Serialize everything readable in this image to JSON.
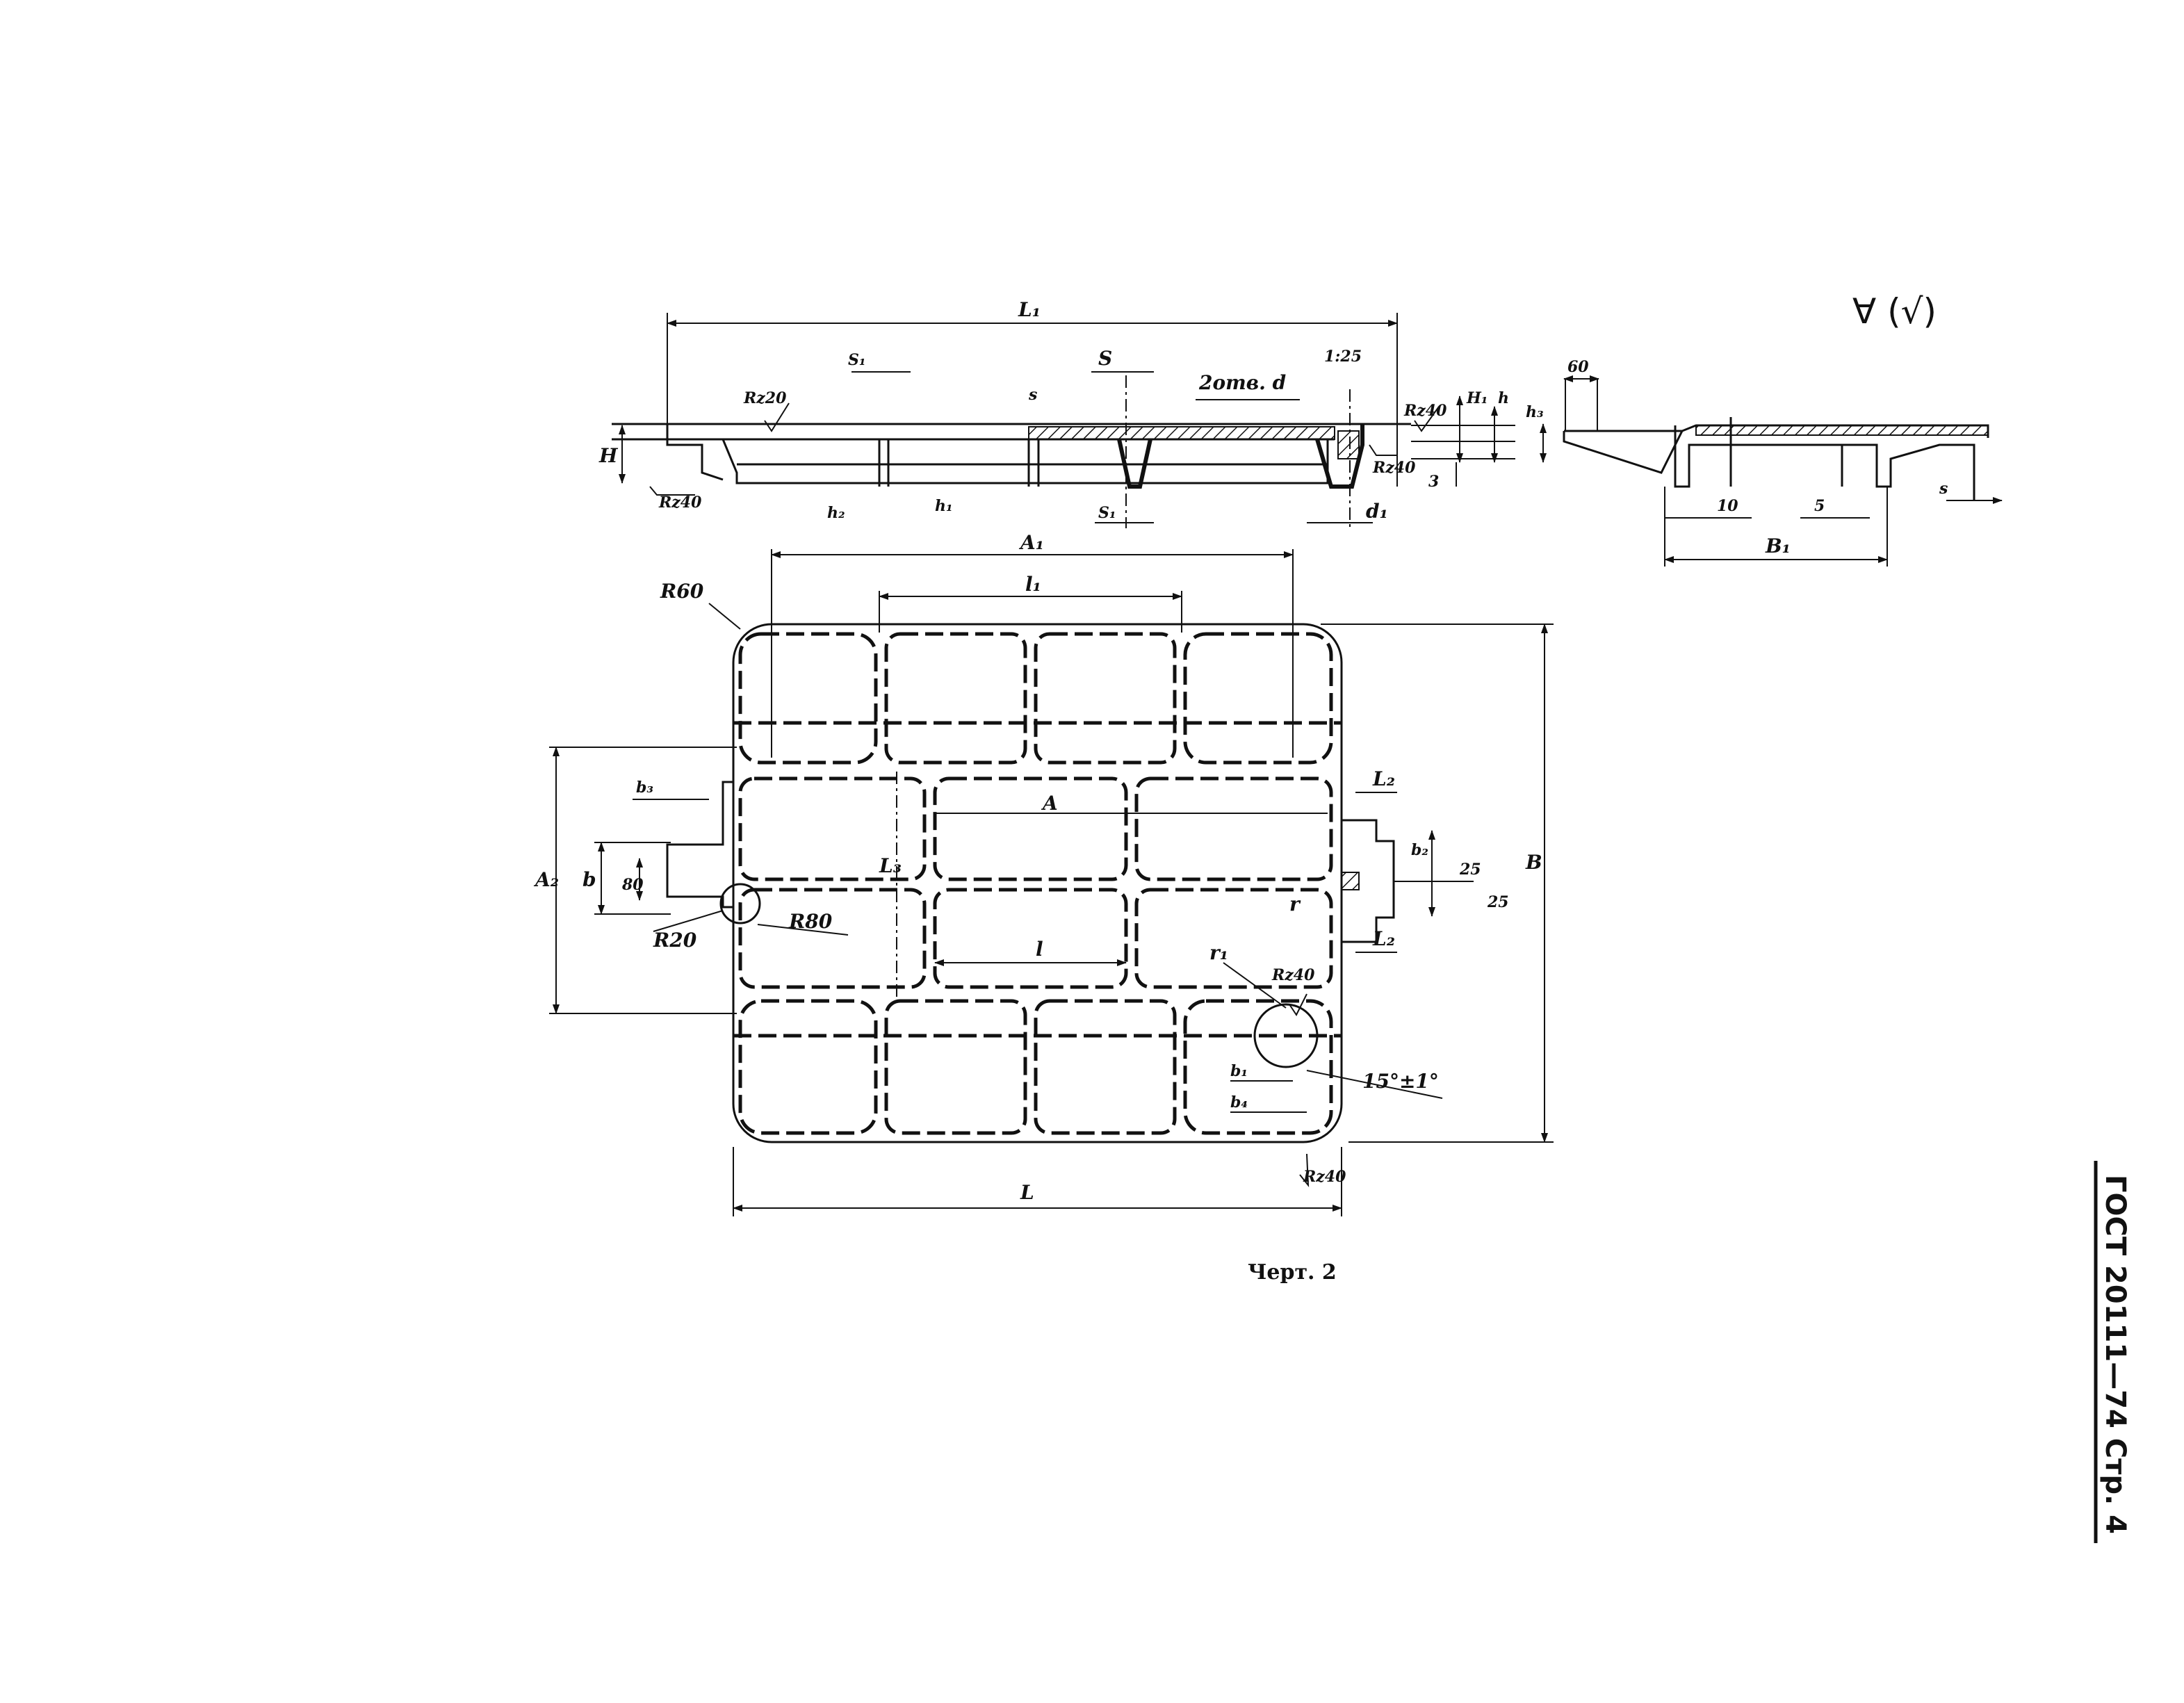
{
  "figure": {
    "caption": "Черт. 2",
    "roughness_symbol": "∀ (√)"
  },
  "page_header": {
    "standard": "ГОСТ 20111—74 Стр. 4"
  },
  "labels": {
    "L1": "L₁",
    "S1_top": "S₁",
    "S_top": "S",
    "s_small": "s",
    "holes": "2отв. d",
    "one25": "1:25",
    "H": "H",
    "Rz20": "Rz20",
    "Rz40_a": "Rz40",
    "Rz40_b": "Rz40",
    "Rz40_c": "Rz40",
    "H1": "H₁",
    "h": "h",
    "h3": "h₃",
    "three": "3",
    "d1": "d₁",
    "h2": "h₂",
    "h1": "h₁",
    "S1_bot": "S₁",
    "sixty": "60",
    "ten": "10",
    "five": "5",
    "s_right": "s",
    "B1": "B₁",
    "A1": "A₁",
    "l1": "l₁",
    "R60": "R60",
    "A": "A",
    "L2_top": "L₂",
    "L2_bot": "L₂",
    "b3": "b₃",
    "A2": "A₂",
    "b": "b",
    "eighty": "80",
    "R20": "R20",
    "R80": "R80",
    "L3": "L₃",
    "l": "l",
    "b2": "b₂",
    "r": "r",
    "twentyfive_a": "25",
    "twentyfive_b": "25",
    "B": "B",
    "r1": "r₁",
    "Rz40_d": "Rz40",
    "b1": "b₁",
    "b4": "b₄",
    "angle": "15°±1°",
    "Rz40_e": "Rz40",
    "L": "L"
  }
}
